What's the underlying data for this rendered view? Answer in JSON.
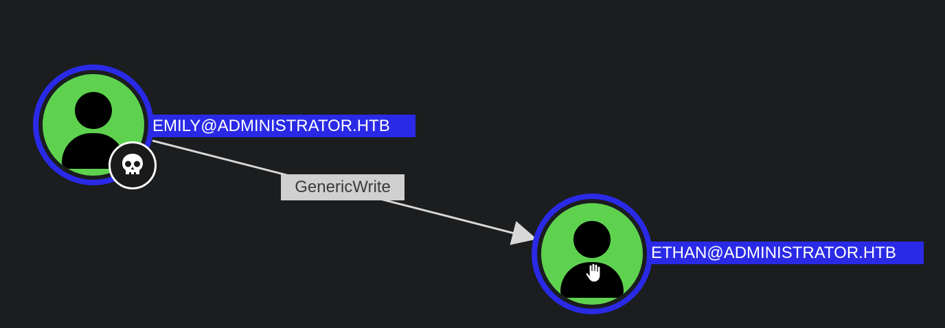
{
  "graph": {
    "nodes": {
      "emily": {
        "label": "EMILY@ADMINISTRATOR.HTB",
        "icon": "user-icon",
        "badge_icon": "skull-icon"
      },
      "ethan": {
        "label": "ETHAN@ADMINISTRATOR.HTB",
        "icon": "user-icon",
        "cursor_icon": "hand-grab-icon"
      }
    },
    "edges": [
      {
        "from": "EMILY@ADMINISTRATOR.HTB",
        "to": "ETHAN@ADMINISTRATOR.HTB",
        "label": "GenericWrite"
      }
    ]
  },
  "colors": {
    "background": "#1b1d1f",
    "node_fill": "#5ed24f",
    "node_ring": "#2a2ae6",
    "label_bg": "#2a2ae6",
    "edge": "#d8d8d8",
    "edge_label_bg": "#d0d0d0"
  }
}
